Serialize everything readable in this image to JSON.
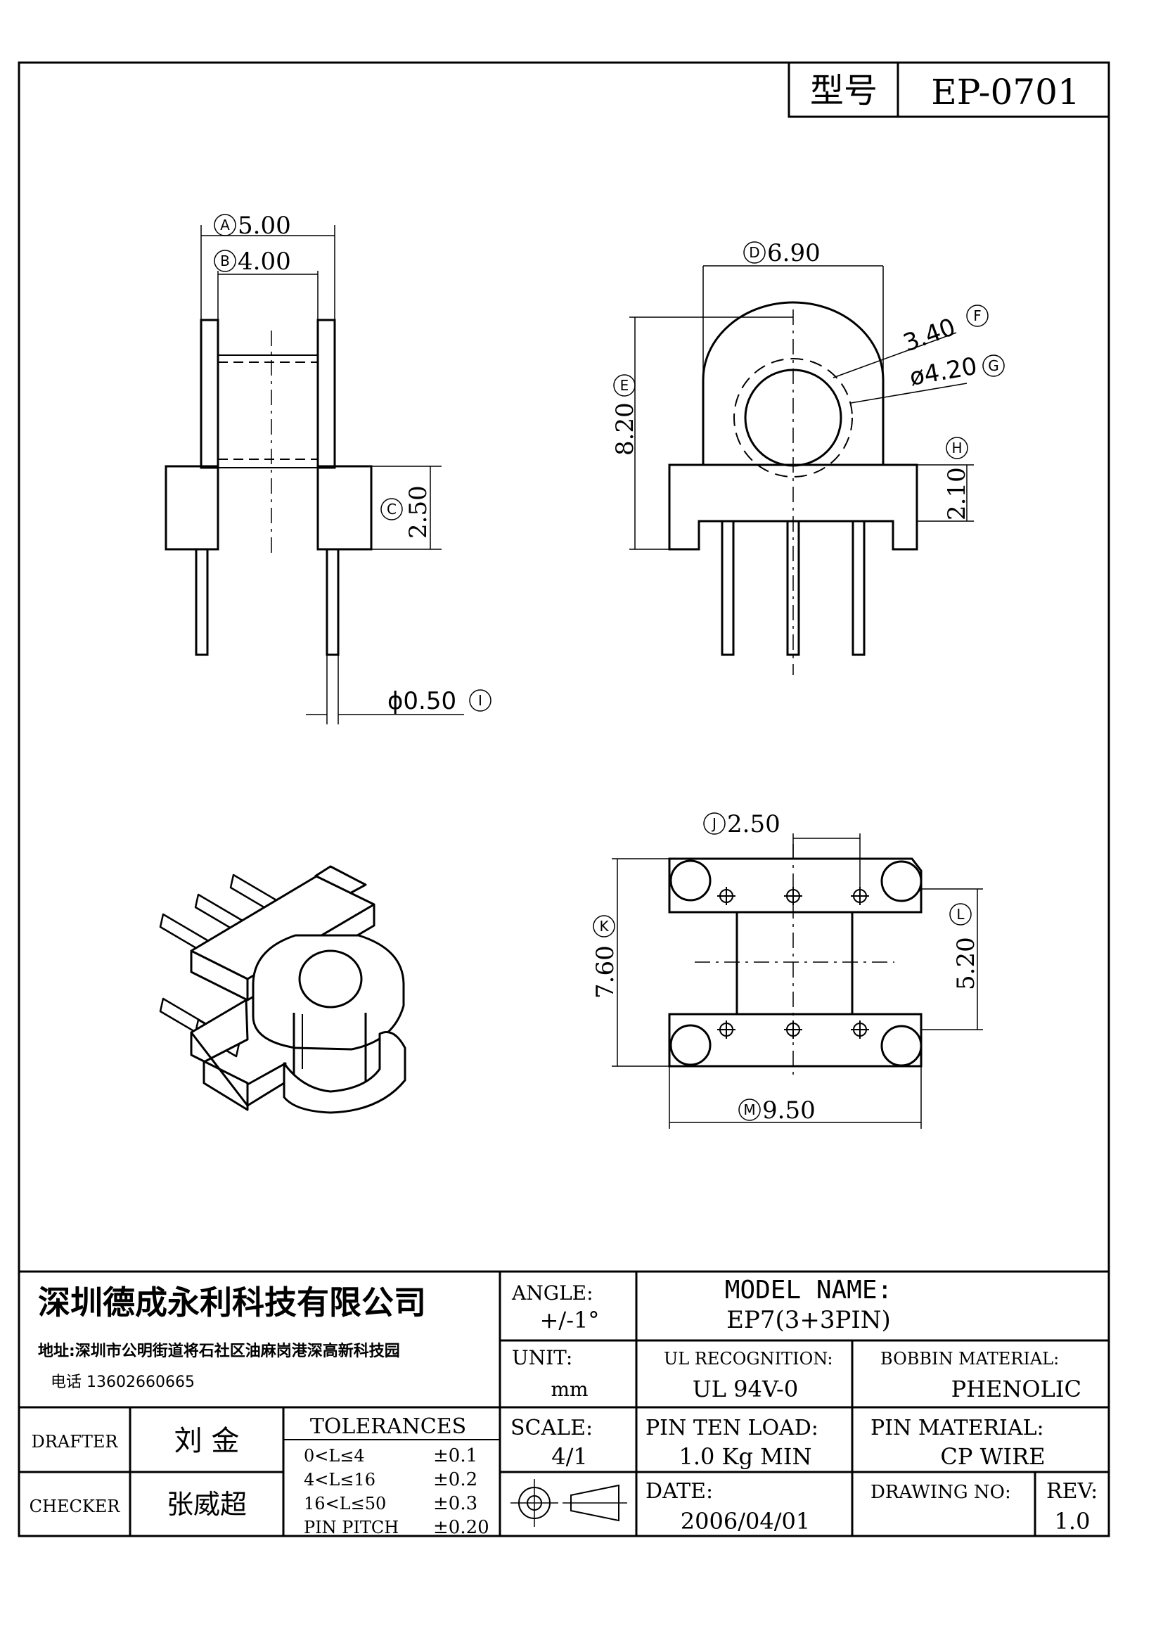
{
  "header": {
    "model_label": "型号",
    "model_no": "EP-0701"
  },
  "dimensions": {
    "A": {
      "mark": "A",
      "value": "5.00"
    },
    "B": {
      "mark": "B",
      "value": "4.00"
    },
    "C": {
      "mark": "C",
      "value": "2.50"
    },
    "D": {
      "mark": "D",
      "value": "6.90"
    },
    "E": {
      "mark": "E",
      "value": "8.20"
    },
    "F": {
      "mark": "F",
      "value": "3.40"
    },
    "G": {
      "mark": "G",
      "value": "ø4.20"
    },
    "H": {
      "mark": "H",
      "value": "2.10"
    },
    "I": {
      "mark": "I",
      "value": "ϕ0.50"
    },
    "J": {
      "mark": "J",
      "value": "2.50"
    },
    "K": {
      "mark": "K",
      "value": "7.60"
    },
    "L": {
      "mark": "L",
      "value": "5.20"
    },
    "M": {
      "mark": "M",
      "value": "9.50"
    }
  },
  "title_block": {
    "company": "深圳德成永利科技有限公司",
    "address": "地址:深圳市公明街道将石社区油麻岗港深高新科技园",
    "phone": "电话 13602660665",
    "angle_label": "ANGLE:",
    "angle_value": "+/-1°",
    "model_name_label": "MODEL NAME:",
    "model_name_value": "EP7(3+3PIN)",
    "unit_label": "UNIT:",
    "unit_value": "mm",
    "ul_label": "UL RECOGNITION:",
    "ul_value": "UL 94V-0",
    "bobbin_label": "BOBBIN MATERIAL:",
    "bobbin_value": "PHENOLIC",
    "drafter_label": "DRAFTER",
    "drafter_value": "刘 金",
    "checker_label": "CHECKER",
    "checker_value": "张威超",
    "tolerances_label": "TOLERANCES",
    "tolerances": [
      {
        "range": "0<L≤4",
        "value": "±0.1"
      },
      {
        "range": "4<L≤16",
        "value": "±0.2"
      },
      {
        "range": "16<L≤50",
        "value": "±0.3"
      },
      {
        "range": "PIN PITCH",
        "value": "±0.20"
      }
    ],
    "scale_label": "SCALE:",
    "scale_value": "4/1",
    "pin_load_label": "PIN TEN LOAD:",
    "pin_load_value": "1.0 Kg MIN",
    "pin_material_label": "PIN MATERIAL:",
    "pin_material_value": "CP WIRE",
    "date_label": "DATE:",
    "date_value": "2006/04/01",
    "drawing_no_label": "DRAWING NO:",
    "drawing_no_value": "",
    "rev_label": "REV:",
    "rev_value": "1.0"
  }
}
